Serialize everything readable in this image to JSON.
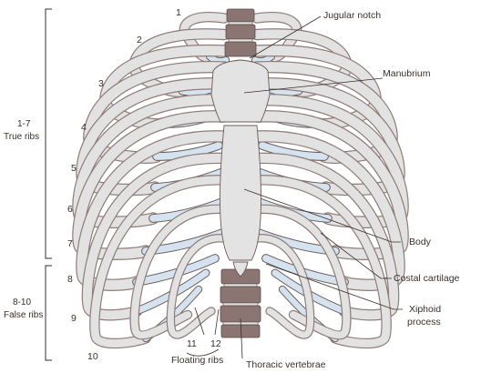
{
  "rib_numbers": [
    "1",
    "2",
    "3",
    "4",
    "5",
    "6",
    "7",
    "8",
    "9",
    "10",
    "11",
    "12"
  ],
  "groups": {
    "true_ribs_range": "1-7",
    "true_ribs_label": "True ribs",
    "false_ribs_range": "8-10",
    "false_ribs_label": "False ribs"
  },
  "labels": {
    "jugular_notch": "Jugular notch",
    "manubrium": "Manubrium",
    "body": "Body",
    "costal_cartilage": "Costal cartilage",
    "xiphoid_line1": "Xiphoid",
    "xiphoid_line2": "process",
    "floating_ribs": "Floating ribs",
    "thoracic_vertebrae": "Thoracic vertebrae"
  },
  "colors": {
    "bone": "#e3e3e3",
    "bone_outline": "#6b5b56",
    "cartilage": "#d5e3f0",
    "vertebrae": "#8a7573",
    "text": "#3a2f2b"
  }
}
